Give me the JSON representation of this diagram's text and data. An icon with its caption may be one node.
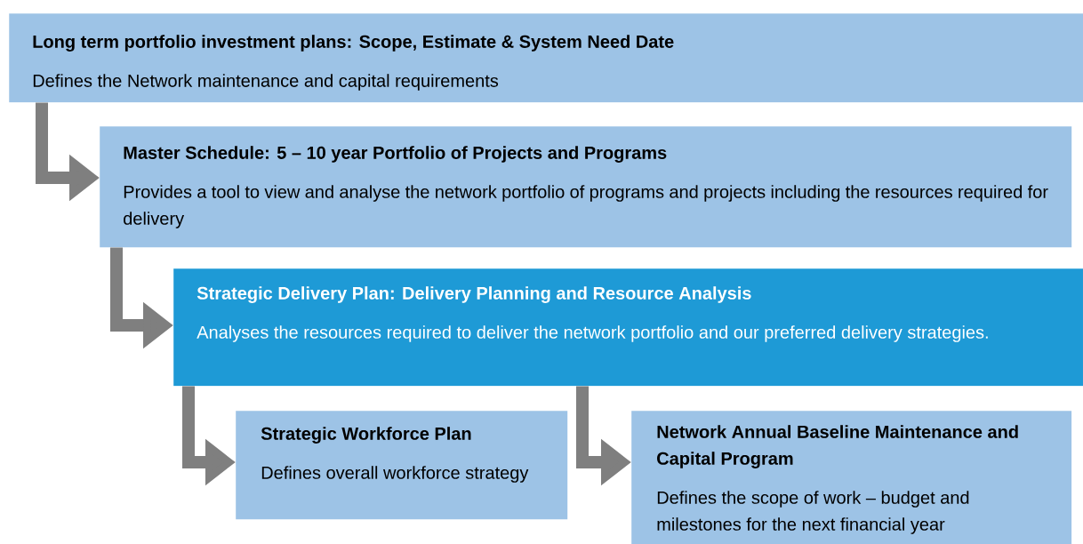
{
  "diagram": {
    "nodes": [
      {
        "text": [
          "Long term portfolio investment plans: Scope, Estimate & System Need Date",
          "Defines the Network maintenance and capital requirements"
        ]
      },
      {
        "text": [
          "Master Schedule: 5 – 10 year Portfolio of Projects and Programs",
          "Provides a tool to view and analyse the network portfolio of programs and projects including the resources required for delivery"
        ]
      },
      {
        "text": [
          "Strategic Delivery Plan: Delivery Planning and Resource Analysis",
          "Analyses the resources required to deliver the network portfolio and our preferred delivery strategies."
        ]
      },
      {
        "text": [
          "Strategic Workforce Plan",
          "Defines overall workforce strategy"
        ]
      },
      {
        "text": [
          "Network Annual Baseline Maintenance and Capital Program",
          "Defines the scope of work – budget and milestones for the next financial year"
        ]
      }
    ],
    "edges": [
      {
        "from": 0,
        "to": 1,
        "arrow": "to"
      },
      {
        "from": 1,
        "to": 2,
        "arrow": "to"
      },
      {
        "from": 2,
        "to": 3,
        "arrow": "to"
      },
      {
        "from": 2,
        "to": 4,
        "arrow": "to"
      }
    ]
  }
}
